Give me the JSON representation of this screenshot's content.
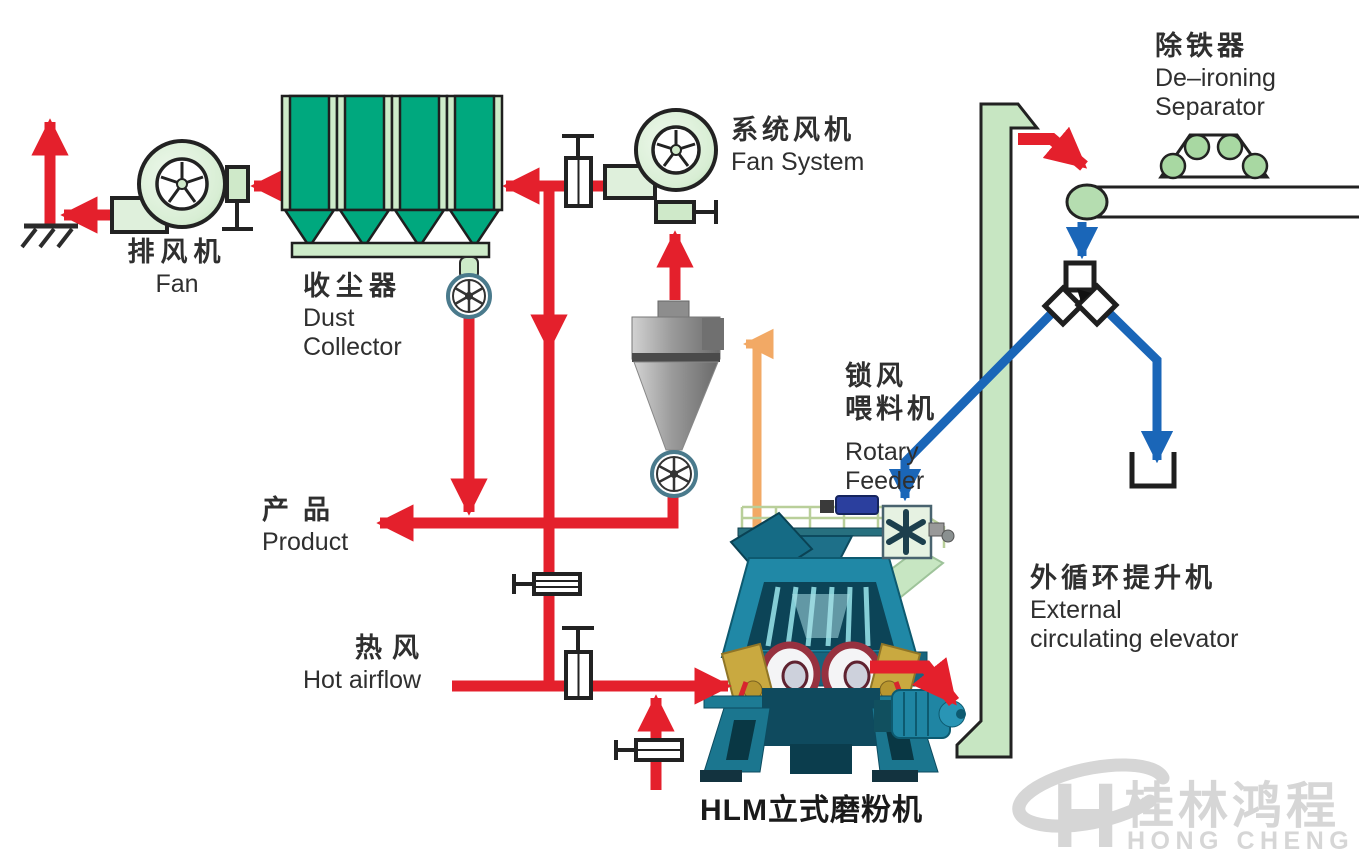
{
  "labels": {
    "exhaust_fan": {
      "zh": "排风机",
      "en": "Fan"
    },
    "dust_collector": {
      "zh": "收尘器",
      "en_line1": "Dust",
      "en_line2": "Collector"
    },
    "fan_system": {
      "zh": "系统风机",
      "en": "Fan System"
    },
    "de_ironing_separator": {
      "zh": "除铁器",
      "en_line1": "De–ironing",
      "en_line2": "Separator"
    },
    "rotary_feeder": {
      "zh_line1": "锁风",
      "zh_line2": "喂料机",
      "en_line1": "Rotary",
      "en_line2": "Feeder"
    },
    "external_elevator": {
      "zh": "外循环提升机",
      "en_line1": "External",
      "en_line2": "circulating elevator"
    },
    "product": {
      "zh": "产品",
      "en": "Product"
    },
    "hot_airflow": {
      "zh": "热风",
      "en": "Hot airflow"
    },
    "mill": {
      "label": "HLM立式磨粉机"
    }
  },
  "logo": {
    "monogram": "H",
    "zh": "桂林鸿程",
    "en": "HONG CHENG"
  },
  "colors": {
    "flow_red": "#e4202c",
    "flow_blue": "#1a66b8",
    "flow_orange": "#f2a965",
    "machine_green": "#00a87e",
    "light_green": "#cdebc9",
    "elevator_green": "#c7e6c2",
    "cyclone_gray": "#8a8a8a",
    "watermark_gray": "#d6d6d6",
    "text_dark": "#2f2f2f"
  }
}
